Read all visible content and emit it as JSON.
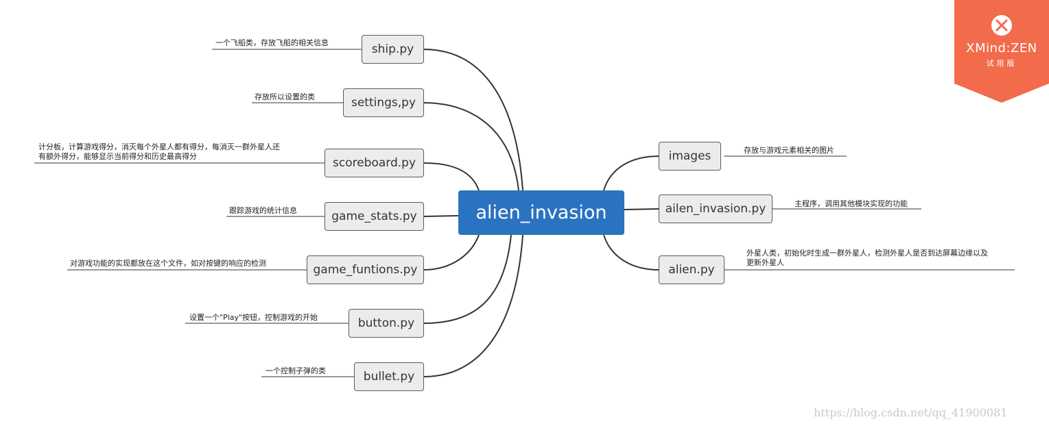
{
  "central": {
    "label": "alien_invasion"
  },
  "left_topics": [
    {
      "label": "ship.py",
      "note": "一个飞船类，存放飞船的相关信息"
    },
    {
      "label": "settings,py",
      "note": "存放所以设置的类"
    },
    {
      "label": "scoreboard.py",
      "note": "计分板，计算游戏得分，消灭每个外星人都有得分，每消灭一群外星人还\n有额外得分，能够显示当前得分和历史最高得分"
    },
    {
      "label": "game_stats.py",
      "note": "跟踪游戏的统计信息"
    },
    {
      "label": "game_funtions.py",
      "note": "对游戏功能的实现都放在这个文件，如对按键的响应的检测"
    },
    {
      "label": "button.py",
      "note": "设置一个\"Play\"按钮，控制游戏的开始"
    },
    {
      "label": "bullet.py",
      "note": "一个控制子弹的类"
    }
  ],
  "right_topics": [
    {
      "label": "images",
      "note": "存放与游戏元素相关的图片"
    },
    {
      "label": "ailen_invasion.py",
      "note": "主程序，调用其他模块实现的功能"
    },
    {
      "label": "alien.py",
      "note": "外星人类，初始化时生成一群外星人，检测外星人是否到达屏幕边缘以及\n更新外星人"
    }
  ],
  "badge": {
    "title": "XMind:ZEN",
    "subtitle": "试用版",
    "icon": "close-x-icon",
    "color": "#f26b4b"
  },
  "watermark": "https://blog.csdn.net/qq_41900081",
  "colors": {
    "central": "#2a73c0",
    "topic_bg": "#ececec",
    "topic_border": "#5a5a5a",
    "connector": "#333333"
  }
}
